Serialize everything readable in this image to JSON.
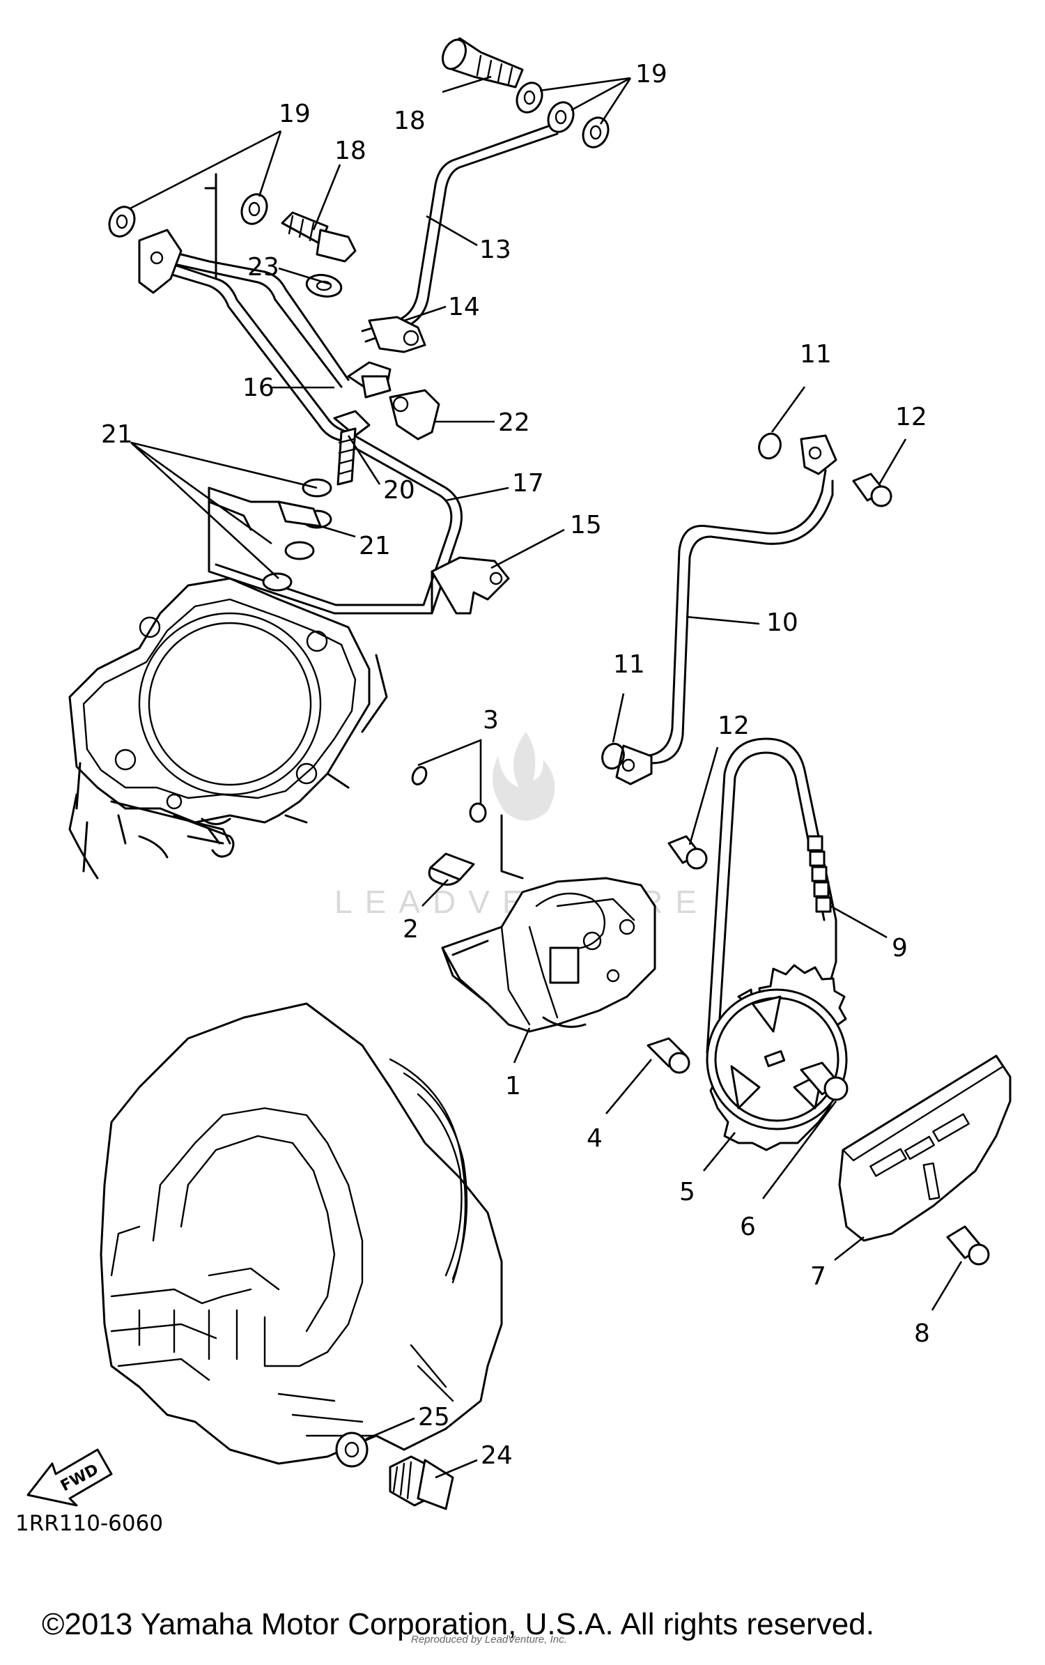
{
  "diagram": {
    "code": "1RR110-6060",
    "copyright": "©2013 Yamaha Motor Corporation, U.S.A. All rights reserved.",
    "watermark": "LEADVENTURE",
    "small_note": "Reproduced by LeadVenture, Inc.",
    "fwd_label": "FWD",
    "callouts": [
      "1",
      "2",
      "3",
      "4",
      "5",
      "6",
      "7",
      "8",
      "9",
      "10",
      "11",
      "11",
      "12",
      "12",
      "13",
      "14",
      "15",
      "16",
      "17",
      "18",
      "18",
      "19",
      "19",
      "20",
      "21",
      "21",
      "22",
      "23",
      "24",
      "25"
    ]
  }
}
